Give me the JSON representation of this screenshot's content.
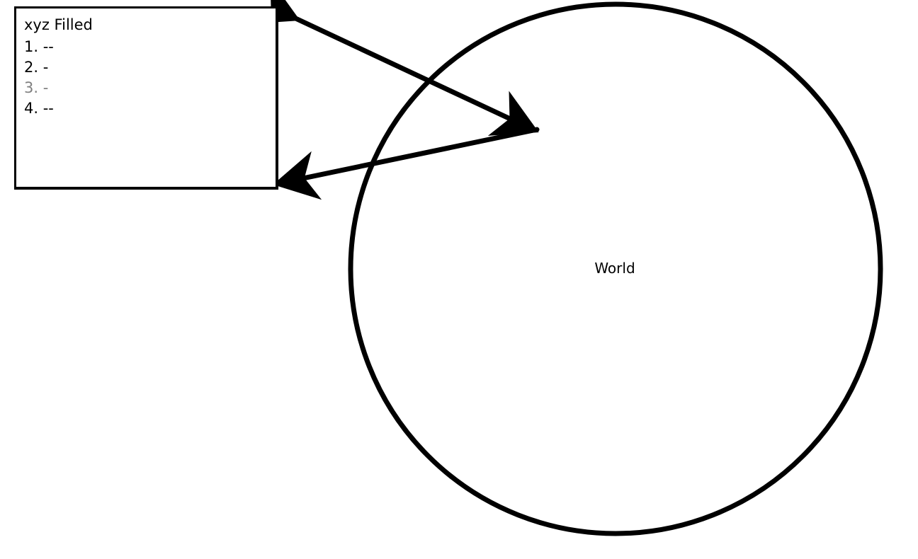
{
  "panel": {
    "title": "xyz Filled",
    "items": [
      {
        "text": "1. --",
        "color": "#000000"
      },
      {
        "text": "2. -",
        "color": "#000000"
      },
      {
        "text": "3. -",
        "color": "#808080"
      },
      {
        "text": "4. --",
        "color": "#000000"
      }
    ]
  },
  "world": {
    "label": "World"
  },
  "colors": {
    "stroke": "#000000",
    "background": "#ffffff",
    "muted_text": "#808080"
  }
}
